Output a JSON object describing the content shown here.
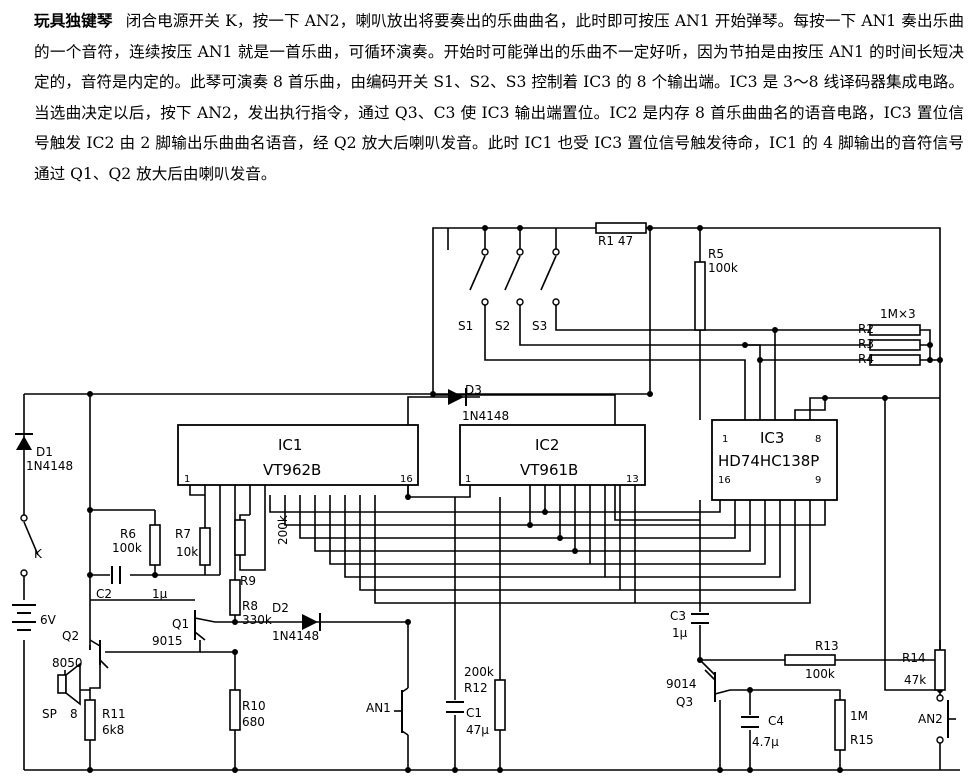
{
  "description": {
    "title": "玩具独键琴",
    "text": "闭合电源开关 K，按一下 AN2，喇叭放出将要奏出的乐曲曲名，此时即可按压 AN1 开始弹琴。每按一下 AN1 奏出乐曲的一个音符，连续按压 AN1 就是一首乐曲，可循环演奏。开始时可能弹出的乐曲不一定好听，因为节拍是由按压 AN1 的时间长短决定的，音符是内定的。此琴可演奏 8 首乐曲，由编码开关 S1、S2、S3 控制着 IC3 的 8 个输出端。IC3 是 3～8 线译码器集成电路。当选曲决定以后，按下 AN2，发出执行指令，通过 Q3、C3 使 IC3 输出端置位。IC2 是内存 8 首乐曲曲名的语音电路，IC3 置位信号触发 IC2 由 2 脚输出乐曲曲名语音，经 Q2 放大后喇叭发音。此时 IC1 也受 IC3 置位信号触发待命，IC1 的 4 脚输出的音符信号通过 Q1、Q2 放大后由喇叭发音。"
  },
  "chips": {
    "ic1": {
      "name": "IC1",
      "part": "VT962B",
      "pin_left": "1",
      "pin_right": "16"
    },
    "ic2": {
      "name": "IC2",
      "part": "VT961B",
      "pin_left": "1",
      "pin_right": "13"
    },
    "ic3": {
      "name": "IC3",
      "part": "HD74HC138P",
      "pin_tl": "1",
      "pin_tr": "8",
      "pin_bl": "16",
      "pin_br": "9"
    }
  },
  "components": {
    "d1": {
      "ref": "D1",
      "value": "1N4148"
    },
    "d2": {
      "ref": "D2",
      "value": "1N4148"
    },
    "d3": {
      "ref": "D3",
      "value": "1N4148"
    },
    "k": "K",
    "battery": "6V",
    "r1": {
      "ref": "R1",
      "value": "47"
    },
    "r5": {
      "ref": "R5",
      "value": "100k"
    },
    "r234": {
      "value": "1M×3",
      "refs": [
        "R2",
        "R3",
        "R4"
      ]
    },
    "switches": [
      "S1",
      "S2",
      "S3"
    ],
    "r6": {
      "ref": "R6",
      "value": "100k"
    },
    "r7": {
      "ref": "R7",
      "value": "10k"
    },
    "r9": {
      "ref": "R9",
      "value": "200k"
    },
    "r8": {
      "ref": "R8",
      "value": "330k"
    },
    "c2": {
      "ref": "C2",
      "value": "1μ"
    },
    "q1": {
      "ref": "Q1",
      "value": "9015"
    },
    "q2": {
      "ref": "Q2",
      "value": "8050"
    },
    "sp": {
      "ref": "SP",
      "value": "8"
    },
    "r11": {
      "ref": "R11",
      "value": "6k8"
    },
    "r10": {
      "ref": "R10",
      "value": "680"
    },
    "an1": "AN1",
    "an2": "AN2",
    "r12": {
      "ref": "R12",
      "value": "200k"
    },
    "c1": {
      "ref": "C1",
      "value": "47μ"
    },
    "c3": {
      "ref": "C3",
      "value": "1μ"
    },
    "r13": {
      "ref": "R13",
      "value": "100k"
    },
    "q3": {
      "ref": "Q3",
      "value": "9014"
    },
    "c4": {
      "ref": "C4",
      "value": "4.7μ"
    },
    "r15": {
      "ref": "R15",
      "value": "1M"
    },
    "r14": {
      "ref": "R14",
      "value": "47k"
    }
  }
}
